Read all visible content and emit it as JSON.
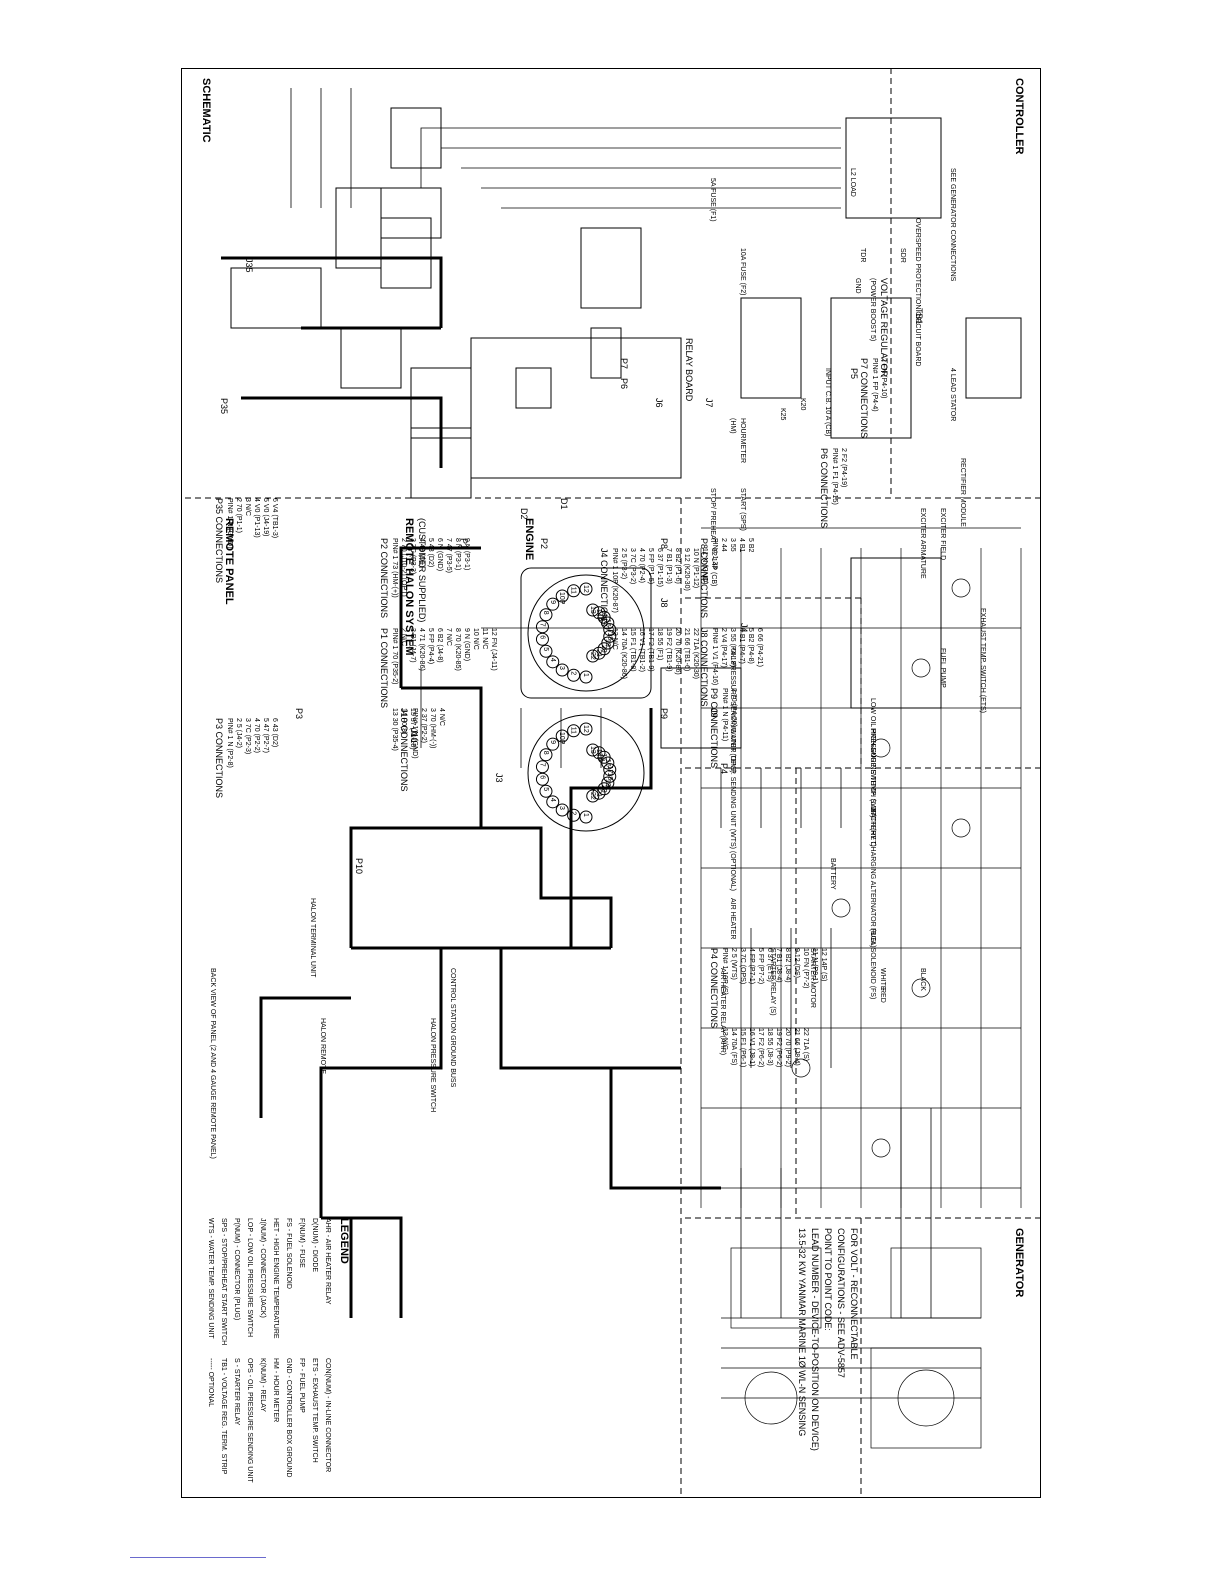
{
  "sections": {
    "schematic": "SCHEMATIC",
    "remote_panel": "REMOTE PANEL",
    "remote_halon": "REMOTE HALON SYSTEM",
    "customer_supplied": "(CUSTOMER SUPPLIED)",
    "engine": "ENGINE",
    "controller": "CONTROLLER",
    "generator": "GENERATOR"
  },
  "legend": {
    "title": "LEGEND",
    "items": [
      "AHR - AIR HEATER RELAY",
      "CON(NUM) - IN-LINE CONNECTOR",
      "D(NUM) - DIODE",
      "ETS - EXHAUST TEMP. SWITCH",
      "F(NUM) - FUSE",
      "FP - FUEL PUMP",
      "FS - FUEL SOLENOID",
      "GND - CONTROLLER BOX GROUND",
      "HET - HIGH ENGINE TEMPERATURE",
      "HM - HOUR METER",
      "J(NUM) - CONNECTOR (JACK)",
      "K(NUM) - RELAY",
      "LOP - LOW OIL PRESSURE SWITCH",
      "OPS - OIL PRESSURE SENDING UNIT",
      "P(NUM) - CONNECTOR (PLUG)",
      "S - STARTER RELAY",
      "SPS - STOP/PREHEAT START SWITCH",
      "TB1 - VOLTAGE REG. TERM. STRIP",
      "WTS - WATER TEMP. SENDING UNIT",
      "----- OPTIONAL"
    ]
  },
  "connections": {
    "p3": {
      "title": "P3 CONNECTIONS",
      "items": [
        "PIN# 1 N (P2-8)",
        "2 5 (J4-2)",
        "3 7C (P2-3)",
        "4 70 (P2-2)",
        "5 47 (P2-7)",
        "6 43 (D2)"
      ]
    },
    "p35": {
      "title": "P35 CONNECTIONS",
      "items": [
        "PIN# 1 N (GND)",
        "2 70 (P1-1)",
        "3 N/C",
        "4 V0 (P1-13)",
        "5 V0 (J4-19)",
        "6 V4 (TB1-3)"
      ]
    },
    "p1": {
      "title": "P1 CONNECTIONS",
      "items": [
        "PIN# 1 70 (P35-2)",
        "2 N/C",
        "3 B1 (J4-7)",
        "4 71 (K20-86)",
        "5 FP (P4-4)",
        "6 B2 (J4-8)",
        "7 N/C",
        "8 70 (K20-85)",
        "9 N (GND)",
        "10 N/C",
        "11 N/C",
        "12 FN (J4-11)",
        "13 30 (P35-4)",
        "14 F0(8)",
        "15 37 (J4-18)"
      ]
    },
    "p2": {
      "title": "P2 CONNECTIONS",
      "items": [
        "PIN# 1 73 (HM-(+))",
        "2 70 (J10-2) (OPT)",
        "3 7C (P3-3)",
        "4 43 (D1)",
        "5 43 (D2)",
        "6 N (GND)",
        "7 47 (P3-5)",
        "8 N (P3-1)",
        "9 N (P3-1)"
      ]
    },
    "j10": {
      "title": "J10 CONNECTIONS",
      "items": [
        "PIN# 1 N (GND)",
        "2 37 (P2-2)",
        "3 70 (HM-(-))",
        "4 N/C"
      ]
    },
    "j4": {
      "title": "J4 CONNECTIONS",
      "items": [
        "PIN# 1 10P (K20-87)",
        "2 5 (P3-2)",
        "3 7C (P3-2)",
        "4 70 (P2-4)",
        "5 FP (P1-5)",
        "6 37 (P1-15)",
        "7 B1 (P1-3)",
        "8 B2 (P1-6)",
        "9 12 (K20-30)",
        "10 N (P1-12)",
        "11 N (GND)",
        "12 14P (CB)",
        "13 N/C",
        "14 70A (K20-86)",
        "15 F1 (TB1-8)",
        "16 V1 (TB1-2)",
        "17 F2 (TB1-9)",
        "18 55 (F1)",
        "19 F2 (TB1-9)",
        "20 70 (K20-86)",
        "21 66 (TB1-6)",
        "22 71A (K20-30)"
      ]
    },
    "p4": {
      "title": "P4 CONNECTIONS",
      "items": [
        "PIN# 1 10P (S)",
        "2 5 (WTS)",
        "3 7C (OPS)",
        "4 FP (P7-1)",
        "5 FP (P7-2)",
        "6 37 (ETS)",
        "7 B1 (J8-4)",
        "8 B2 (J8-4)",
        "9 12 (DS)",
        "10 FN (P7-2)",
        "11 N (P9-1)",
        "12 14P (S)",
        "13 N/C",
        "14 70A (FS)",
        "15 F1 (P6-1)",
        "16 V1 (J8-1)",
        "17 F2 (P6-2)",
        "18 55 (J8-3)",
        "19 F2 (P6-2)",
        "20 70 (P9-2)",
        "21 66 (J8-4)",
        "22 71A (S)"
      ]
    },
    "p7": {
      "title": "P7 CONNECTIONS",
      "items": [
        "PIN# 1 FP (P4-4)",
        "2 FN (P4-10)"
      ]
    },
    "p6": {
      "title": "P6 CONNECTIONS",
      "items": [
        "PIN# 1 F1 (P4-15)",
        "2 F2 (P4-19)"
      ]
    },
    "p8": {
      "title": "P8 CONNECTIONS",
      "items": [
        "PIN# 1 33",
        "2 44",
        "3 55",
        "4 B1",
        "5 B2"
      ]
    },
    "j8": {
      "title": "J8 CONNECTIONS",
      "items": [
        "PIN# 1 V1 (P4-16)",
        "2 V4 (P4-17)",
        "3 55 (P4-18)",
        "4 B1 (P4-7)",
        "5 B2 (P4-8)",
        "6 66 (P4-21)"
      ]
    },
    "p9": {
      "title": "P9 CONNECTIONS",
      "items": [
        "PIN# 1 N (P4-11)",
        "2 70 (P4-20)"
      ]
    }
  },
  "components": {
    "voltage_regulator": "VOLTAGE REGULATOR",
    "power_boost": "(POWER BOOST 5)",
    "tb1": "TB1",
    "overspeed": "OVERSPEED PROTECTION CIRCUIT BOARD",
    "sdr": "SDR",
    "tdr": "TDR",
    "relay_board": "RELAY BOARD",
    "hourmeter": "HOURMETER",
    "hm": "(HM)",
    "stop_preheat": "STOP/ PREHEAT",
    "start_sps": "START (SPS)",
    "input_cb": "INPUT C.B. 10 A (CB)",
    "fuse": "10A FUSE (F2)",
    "fuse_5a": "5A FUSE (F1)",
    "gnd": "GND",
    "k20": "K20",
    "k25": "K25",
    "oil_pressure": "OIL PRESSURE SENDING UNIT (OPS)",
    "water_temp": "WATER TEMP. SENDING UNIT (WTS) (OPTIONAL)",
    "low_oil": "LOW OIL PRESSURE SWITCH (LOP)",
    "high_engine": "HIGH ENGINE TEMP. SWITCH (HET)",
    "exhaust": "EXHAUST TEMP. SWITCH (ETS)",
    "fuel_pump": "FUEL PUMP",
    "battery_alt": "BATTERY CHARGING ALTERNATOR (BCA)",
    "battery": "BATTERY",
    "air_heater": "AIR HEATER",
    "air_heater_relay": "AIR HEATER RELAY (AHR)",
    "starter_relay": "STARTER RELAY (S)",
    "starter_motor": "STARTER MOTOR",
    "fuel_solenoid": "FUEL SOLENOID (FS)",
    "white": "WHITE",
    "red": "RED",
    "black": "BLACK",
    "exciter_armature": "EXCITER ARMATURE",
    "exciter_field": "EXCITER FIELD",
    "rectifier": "RECTIFIER MODULE",
    "stator": "4 LEAD STATOR",
    "gen_conn": "SEE GENERATOR CONNECTIONS",
    "load": "L2 LOAD",
    "halon_terminal": "HALON TERMINAL UNIT",
    "control_station": "CONTROL STATION GROUND BUSS",
    "halon_pressure": "HALON PRESSURE SWITCH",
    "halon_remote": "HALON REMOTE",
    "back_view": "BACK VIEW OF PANEL (2 AND 4 GAUGE REMOTE PANEL)"
  },
  "notes": [
    "FOR VOLT - RECONNECTABLE",
    "CONFIGURATIONS - SEE ADV-5857",
    "POINT TO POINT CODE:",
    "LEAD NUMBER - DEVICE-TO-POSITION ON DEVICE)",
    "13.5-32 KW YANMAR MARINE 1Ø WL-N SENSING"
  ],
  "labels": {
    "j3": "J3",
    "j4": "J4",
    "p4": "P4",
    "p3": "P3",
    "p10": "P10",
    "j10": "J10",
    "p35": "P35",
    "j35": "J35",
    "p1": "P1",
    "p2": "P2",
    "p6": "P6",
    "j6": "J6",
    "p7": "P7",
    "j7": "J7",
    "p8": "P8",
    "j8": "J8",
    "p9": "P9",
    "j9": "J9",
    "p5": "P5",
    "d1": "D1",
    "d2": "D2"
  },
  "j4_pins": [
    "1",
    "2",
    "3",
    "4",
    "5",
    "6",
    "7",
    "8",
    "9",
    "10P",
    "11",
    "12",
    "13",
    "14P",
    "15",
    "16",
    "17",
    "18",
    "19",
    "20",
    "21",
    "22"
  ],
  "p4_pins": [
    "1",
    "2",
    "3",
    "4",
    "5",
    "6",
    "7",
    "8",
    "9",
    "10P",
    "11",
    "12",
    "13",
    "14P",
    "15",
    "16",
    "17",
    "18",
    "19",
    "20",
    "21",
    "22"
  ]
}
